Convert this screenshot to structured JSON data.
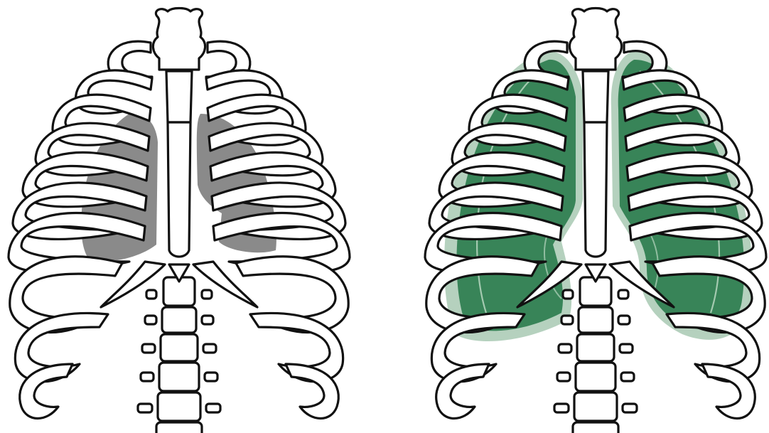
{
  "figure": {
    "panels": [
      {
        "id": "left",
        "state": "small-lungs",
        "lung_color": "#8a8a8a",
        "lung_opacity": 1
      },
      {
        "id": "right",
        "state": "expanded-lungs",
        "lung_color": "#2e7d4f",
        "lung_halo_color": "#5a9a6e",
        "lung_opacity": 0.92
      }
    ]
  },
  "colors": {
    "background": "#ffffff",
    "outline": "#111111",
    "bone_fill": "#ffffff"
  }
}
